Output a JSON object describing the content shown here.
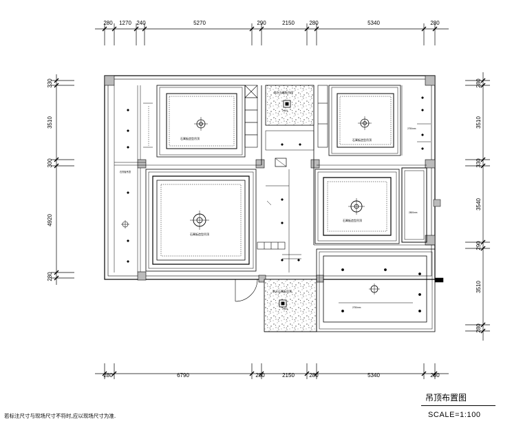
{
  "title": "吊顶布置图",
  "scale": "SCALE=1:100",
  "note": "若标注尺寸与现场尺寸不符时,应以现场尺寸为准.",
  "top_dims": [
    "280",
    "1270",
    "240",
    "5270",
    "290",
    "2150",
    "280",
    "5340",
    "280"
  ],
  "bottom_dims": [
    "280",
    "6790",
    "280",
    "2150",
    "280",
    "5340",
    "280"
  ],
  "left_dims": [
    "330",
    "3510",
    "300",
    "4920",
    "280"
  ],
  "right_dims": [
    "280",
    "3510",
    "330",
    "3540",
    "290",
    "3510",
    "280"
  ],
  "labels": {
    "bath_upper": "防水石膏板吊顶",
    "bath_lower": "防水石膏板吊顶",
    "bath_upper_h": "2.500",
    "bath_lower_h": "2.500",
    "room_tl": "石膏板造型吊顶",
    "room_tr": "石膏板造型吊顶",
    "living": "石膏板造型吊顶",
    "room_mr": "石膏板造型吊顶",
    "side_label": "石膏板吊顶",
    "depth_a": "2750mm",
    "depth_b": "2750mm",
    "depth_c": "2800mm"
  }
}
